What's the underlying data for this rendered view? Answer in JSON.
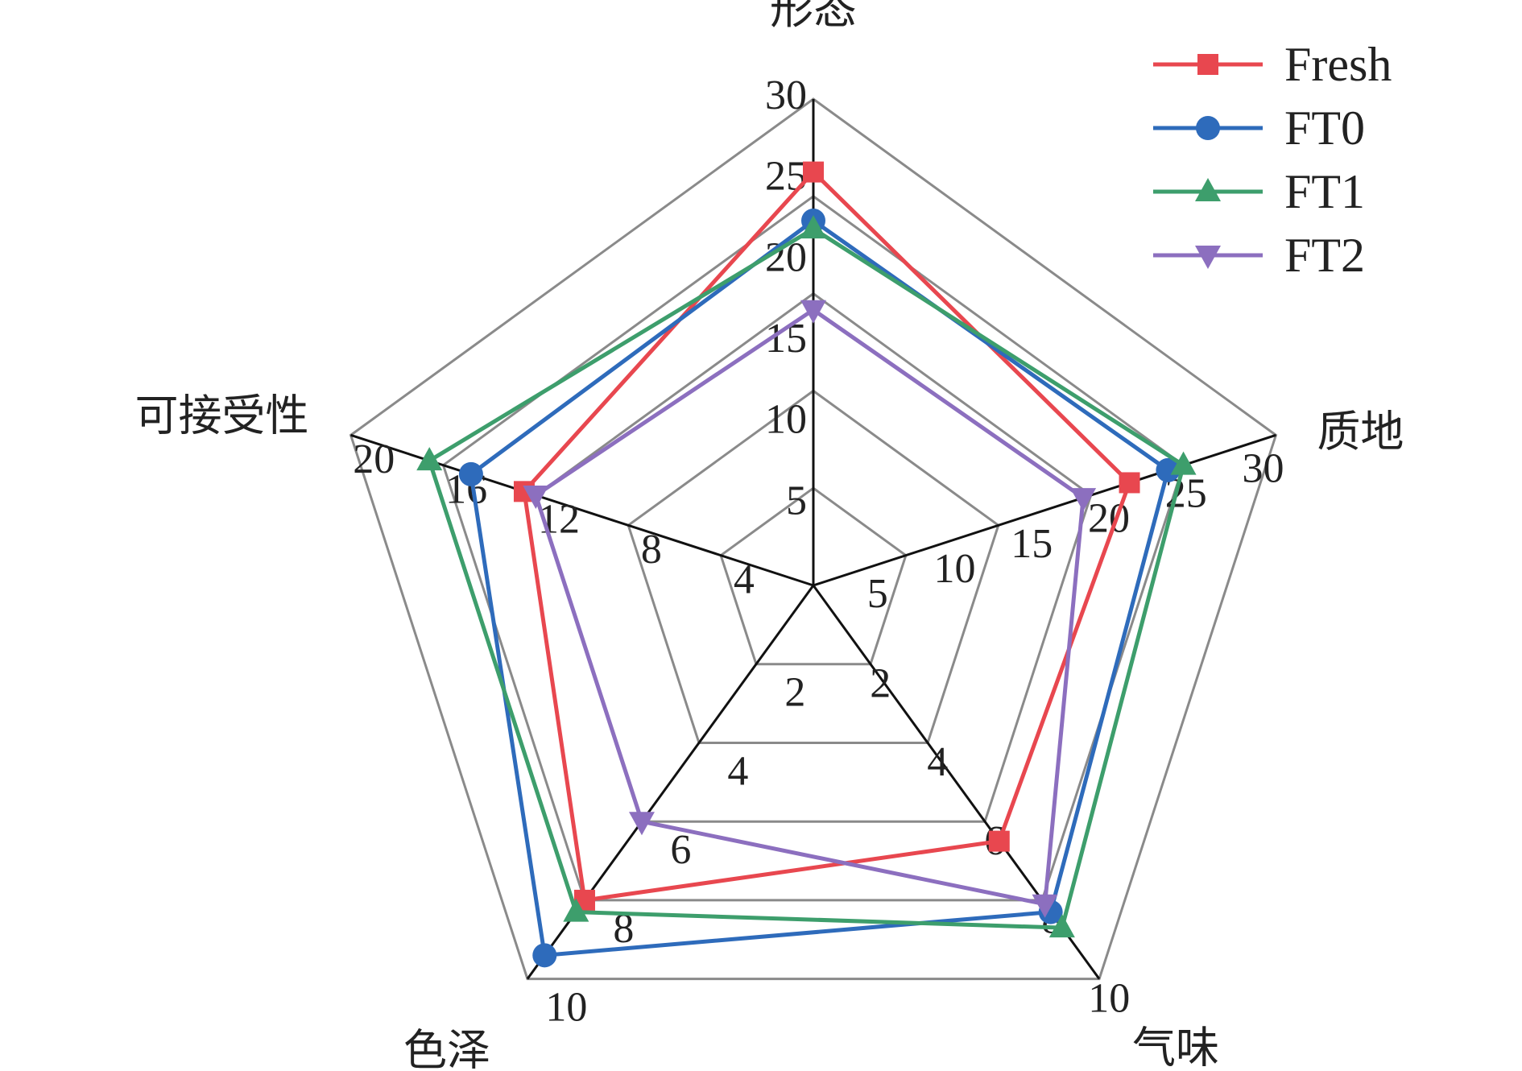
{
  "chart_data": {
    "type": "radar",
    "title": "",
    "axes": [
      {
        "label": "形态",
        "max": 30,
        "ticks": [
          5,
          10,
          15,
          20,
          25,
          30
        ]
      },
      {
        "label": "质地",
        "max": 30,
        "ticks": [
          5,
          10,
          15,
          20,
          25,
          30
        ]
      },
      {
        "label": "气味",
        "max": 10,
        "ticks": [
          2,
          4,
          6,
          8,
          10
        ]
      },
      {
        "label": "色泽",
        "max": 10,
        "ticks": [
          2,
          4,
          6,
          8,
          10
        ]
      },
      {
        "label": "可接受性",
        "max": 20,
        "ticks": [
          4,
          8,
          12,
          16,
          20
        ]
      }
    ],
    "series": [
      {
        "name": "Fresh",
        "color": "#e8474f",
        "marker": "square",
        "values": [
          25.5,
          20.5,
          6.5,
          8.0,
          12.5
        ]
      },
      {
        "name": "FT0",
        "color": "#2e6bbb",
        "marker": "circle",
        "values": [
          22.5,
          23.0,
          8.3,
          9.4,
          14.8
        ]
      },
      {
        "name": "FT1",
        "color": "#3d9e6c",
        "marker": "triangle-up",
        "values": [
          22.0,
          24.0,
          8.7,
          8.3,
          16.6
        ]
      },
      {
        "name": "FT2",
        "color": "#8c6fbf",
        "marker": "triangle-down",
        "values": [
          17.0,
          17.5,
          8.1,
          6.0,
          12.0
        ]
      }
    ],
    "grid_color": "#8a8a8a",
    "axis_color": "#111111",
    "legend_position": "top-right"
  }
}
